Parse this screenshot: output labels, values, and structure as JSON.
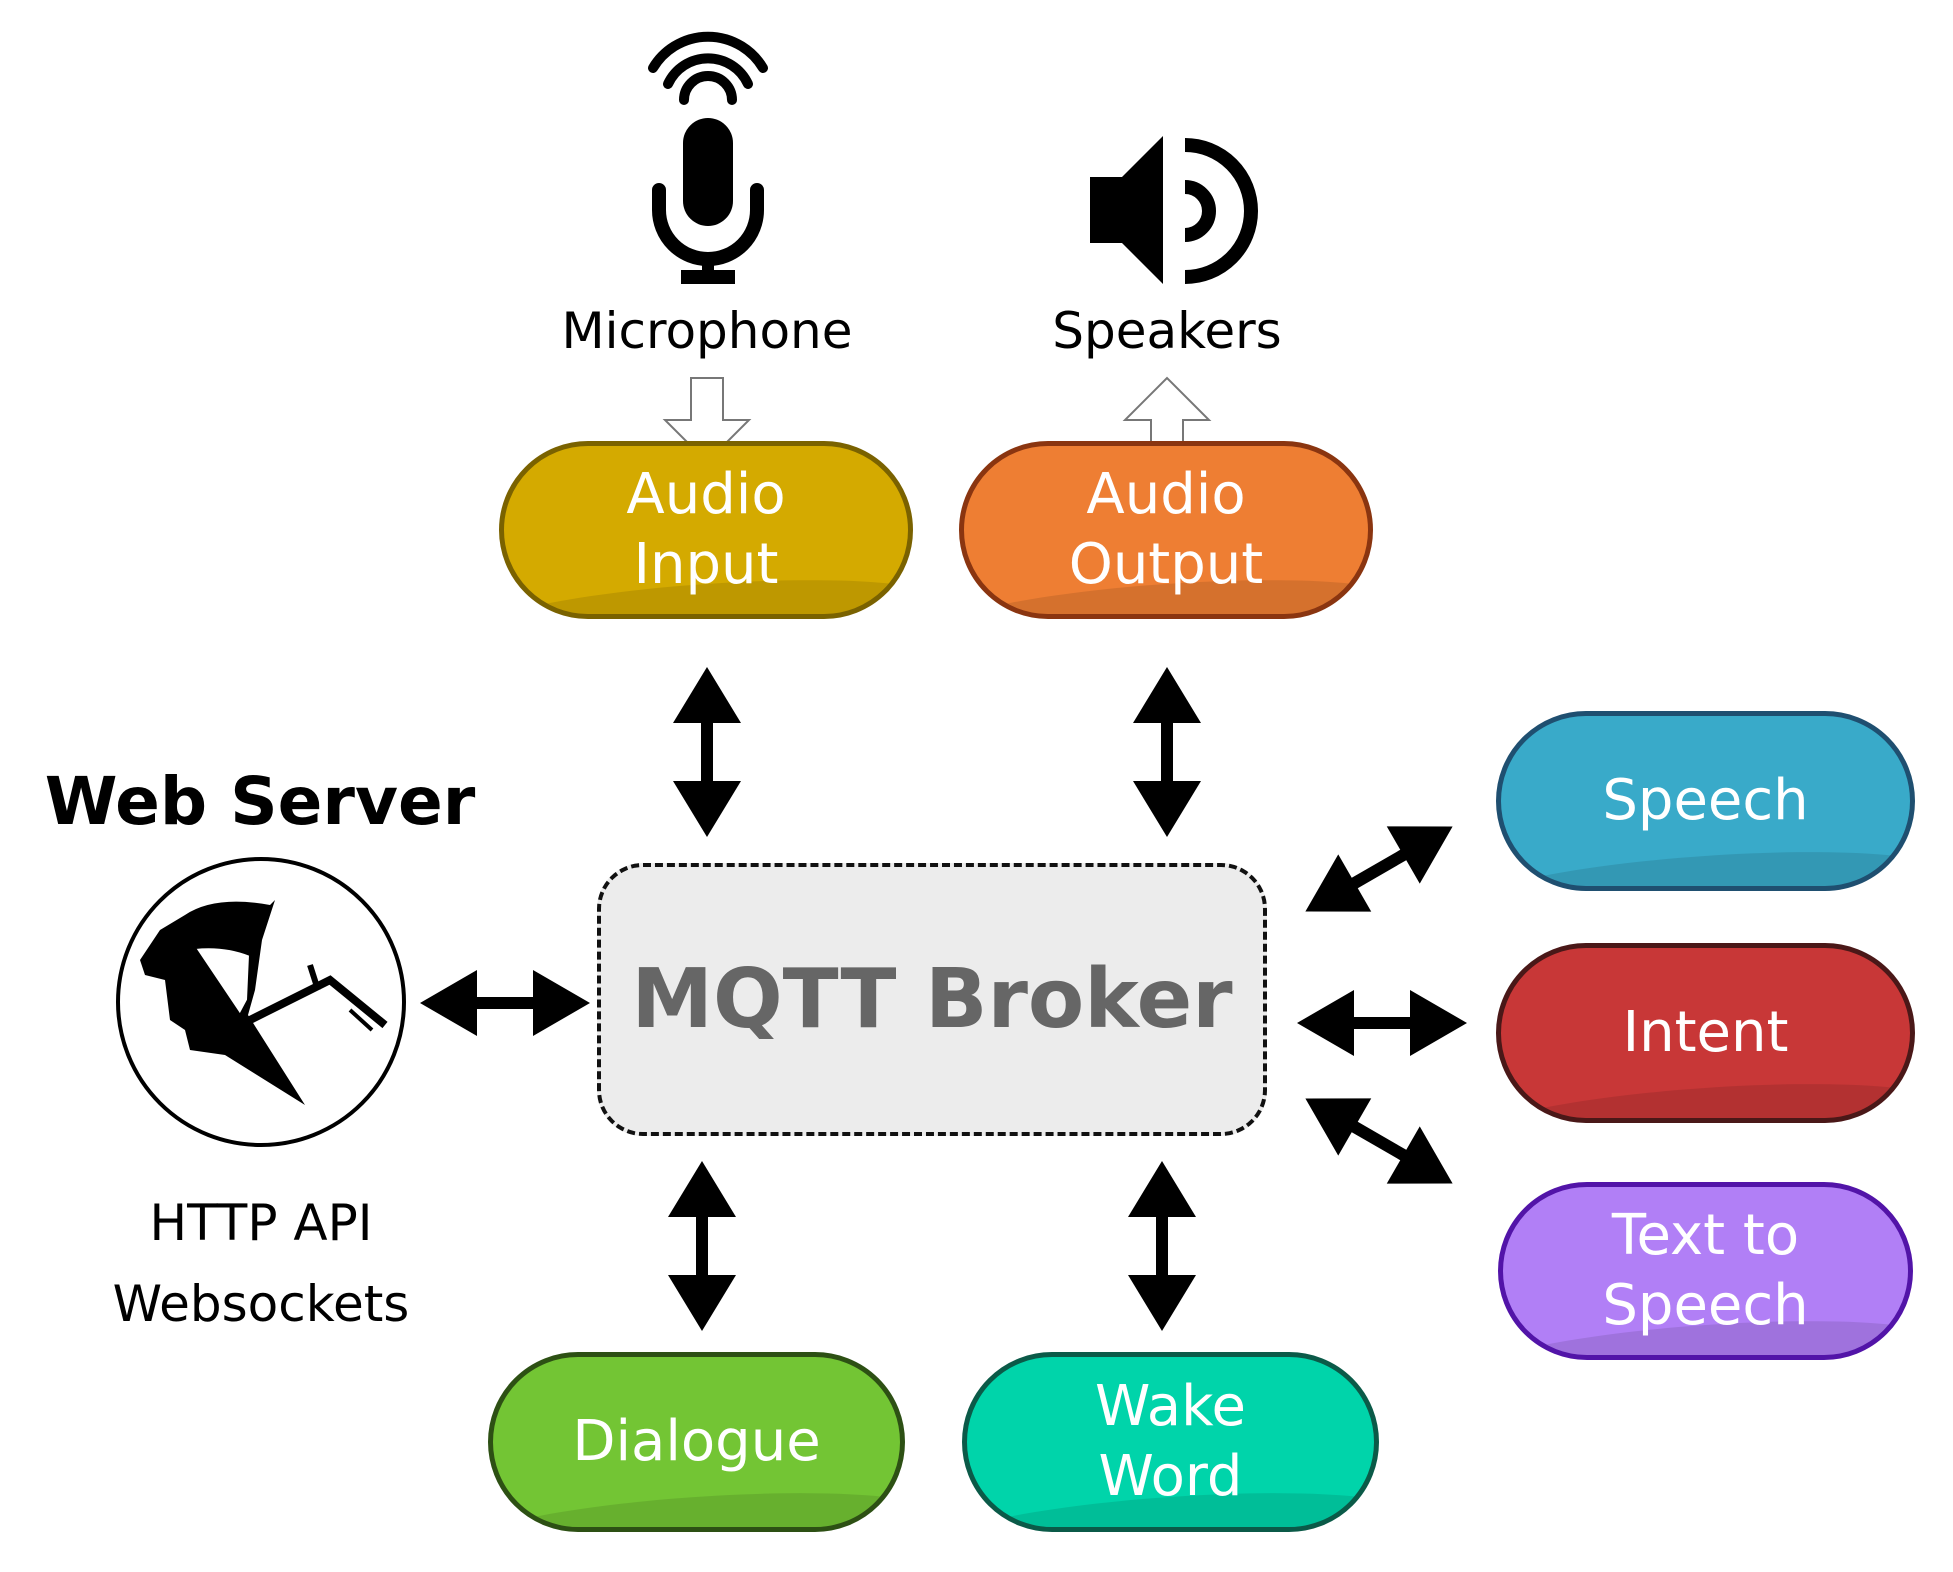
{
  "web_server": {
    "title": "Web Server",
    "subtitle_lines": [
      "HTTP API",
      "Websockets"
    ]
  },
  "devices": {
    "microphone": "Microphone",
    "speakers": "Speakers"
  },
  "broker": {
    "label": "MQTT Broker"
  },
  "services": [
    {
      "id": "audio-input",
      "lines": [
        "Audio",
        "Input"
      ],
      "fill": "#d4aa00",
      "stroke": "#7a6200"
    },
    {
      "id": "audio-output",
      "lines": [
        "Audio",
        "Output"
      ],
      "fill": "#ee7e33",
      "stroke": "#8a3510"
    },
    {
      "id": "speech",
      "lines": [
        "Speech"
      ],
      "fill": "#39aac9",
      "stroke": "#1f4f70"
    },
    {
      "id": "intent",
      "lines": [
        "Intent"
      ],
      "fill": "#c83737",
      "stroke": "#4a1818"
    },
    {
      "id": "text-to-speech",
      "lines": [
        "Text to",
        "Speech"
      ],
      "fill": "#b17ff6",
      "stroke": "#5214a8"
    },
    {
      "id": "dialogue",
      "lines": [
        "Dialogue"
      ],
      "fill": "#73c534",
      "stroke": "#2d5014"
    },
    {
      "id": "wake-word",
      "lines": [
        "Wake",
        "Word"
      ],
      "fill": "#00d4aa",
      "stroke": "#0b5a48"
    }
  ],
  "icons": {
    "microphone": "microphone-icon",
    "speaker": "speaker-icon",
    "web_server_logo": "hooded-figure-icon",
    "arrows": "double-arrow-icon"
  }
}
